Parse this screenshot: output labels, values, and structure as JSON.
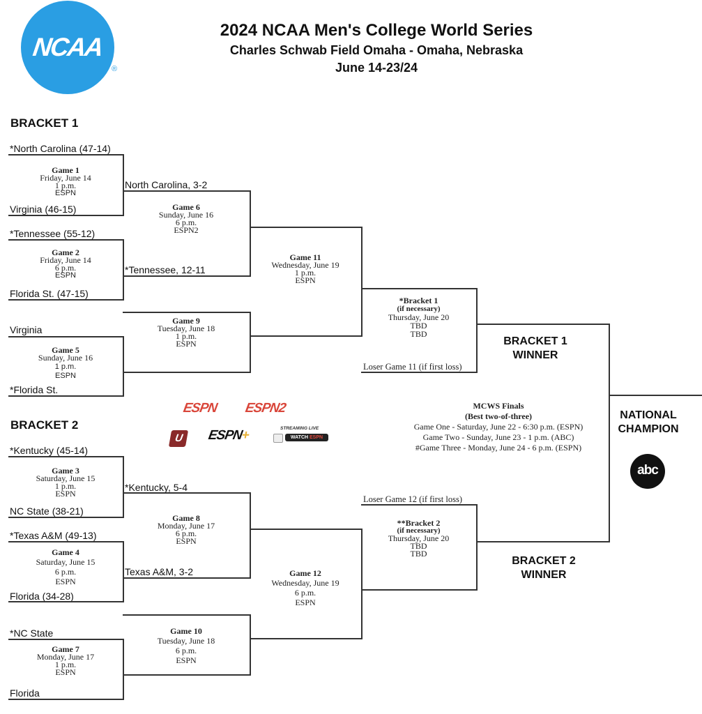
{
  "header": {
    "logo": "NCAA",
    "logo_icon": "ncaa-logo",
    "title": "2024 NCAA Men's College World Series",
    "venue": "Charles Schwab Field Omaha - Omaha, Nebraska",
    "dates": "June 14-23/24"
  },
  "colors": {
    "ncaa_blue": "#2a9ee3",
    "espn_red": "#d9463a",
    "line": "#333333"
  },
  "bracket1": {
    "label": "BRACKET 1",
    "teams": {
      "t1": "*North Carolina (47-14)",
      "t2": "Virginia (46-15)",
      "t3": "*Tennessee (55-12)",
      "t4": "Florida St. (47-15)",
      "t5": "Virginia",
      "t6": "*Florida St.",
      "w1": "North Carolina, 3-2",
      "w2": "*Tennessee, 12-11",
      "loser": "Loser Game 11 (if first loss)"
    },
    "games": {
      "g1": {
        "title": "Game 1",
        "day": "Friday, June 14",
        "time": "1 p.m.",
        "tv": "ESPN"
      },
      "g2": {
        "title": "Game 2",
        "day": "Friday, June 14",
        "time": "6 p.m.",
        "tv": "ESPN"
      },
      "g5": {
        "title": "Game 5",
        "day": "Sunday, June 16",
        "time": "1 p.m.",
        "tv": "ESPN"
      },
      "g6": {
        "title": "Game 6",
        "day": "Sunday, June 16",
        "time": "6 p.m.",
        "tv": "ESPN2"
      },
      "g9": {
        "title": "Game 9",
        "day": "Tuesday, June 18",
        "time": "1 p.m.",
        "tv": "ESPN"
      },
      "g11": {
        "title": "Game 11",
        "day": "Wednesday, June 19",
        "time": "1 p.m.",
        "tv": "ESPN"
      },
      "final": {
        "title": "*Bracket 1",
        "sub": "(if necessary)",
        "day": "Thursday, June 20",
        "time": "TBD",
        "tv": "TBD"
      }
    },
    "winner_label_1": "BRACKET 1",
    "winner_label_2": "WINNER"
  },
  "bracket2": {
    "label": "BRACKET 2",
    "teams": {
      "t1": "*Kentucky (45-14)",
      "t2": "NC State (38-21)",
      "t3": "*Texas A&M (49-13)",
      "t4": "Florida (34-28)",
      "t5": "*NC State",
      "t6": "Florida",
      "w1": "*Kentucky, 5-4",
      "w2": "Texas A&M, 3-2",
      "loser": "Loser Game 12 (if first loss)"
    },
    "games": {
      "g3": {
        "title": "Game 3",
        "day": "Saturday, June 15",
        "time": "1 p.m.",
        "tv": "ESPN"
      },
      "g4": {
        "title": "Game 4",
        "day": "Saturday, June 15",
        "time": "6 p.m.",
        "tv": "ESPN"
      },
      "g7": {
        "title": "Game 7",
        "day": "Monday, June 17",
        "time": "1 p.m.",
        "tv": "ESPN"
      },
      "g8": {
        "title": "Game 8",
        "day": "Monday, June 17",
        "time": "6 p.m.",
        "tv": "ESPN"
      },
      "g10": {
        "title": "Game 10",
        "day": "Tuesday, June 18",
        "time": "6 p.m.",
        "tv": "ESPN"
      },
      "g12": {
        "title": "Game 12",
        "day": "Wednesday, June 19",
        "time": "6 p.m.",
        "tv": "ESPN"
      },
      "final": {
        "title": "**Bracket 2",
        "sub": "(if necessary)",
        "day": "Thursday, June 20",
        "time": "TBD",
        "tv": "TBD"
      }
    },
    "winner_label_1": "BRACKET 2",
    "winner_label_2": "WINNER"
  },
  "finals": {
    "title": "MCWS Finals",
    "subtitle": "(Best two-of-three)",
    "game_one": "Game One - Saturday, June 22 - 6:30 p.m. (ESPN)",
    "game_two": "Game Two - Sunday, June 23 - 1 p.m. (ABC)",
    "game_three": "#Game Three - Monday, June 24 - 6 p.m. (ESPN)"
  },
  "champion": {
    "label_1": "NATIONAL",
    "label_2": "CHAMPION",
    "network": "abc"
  },
  "networks": {
    "espn": "ESPN",
    "espn2": "ESPN2",
    "espnu": "U",
    "espn_plus": "ESPN",
    "plus": "+",
    "streaming": "STREAMING LIVE",
    "watch": "WATCH",
    "watch_espn": "ESPN"
  }
}
